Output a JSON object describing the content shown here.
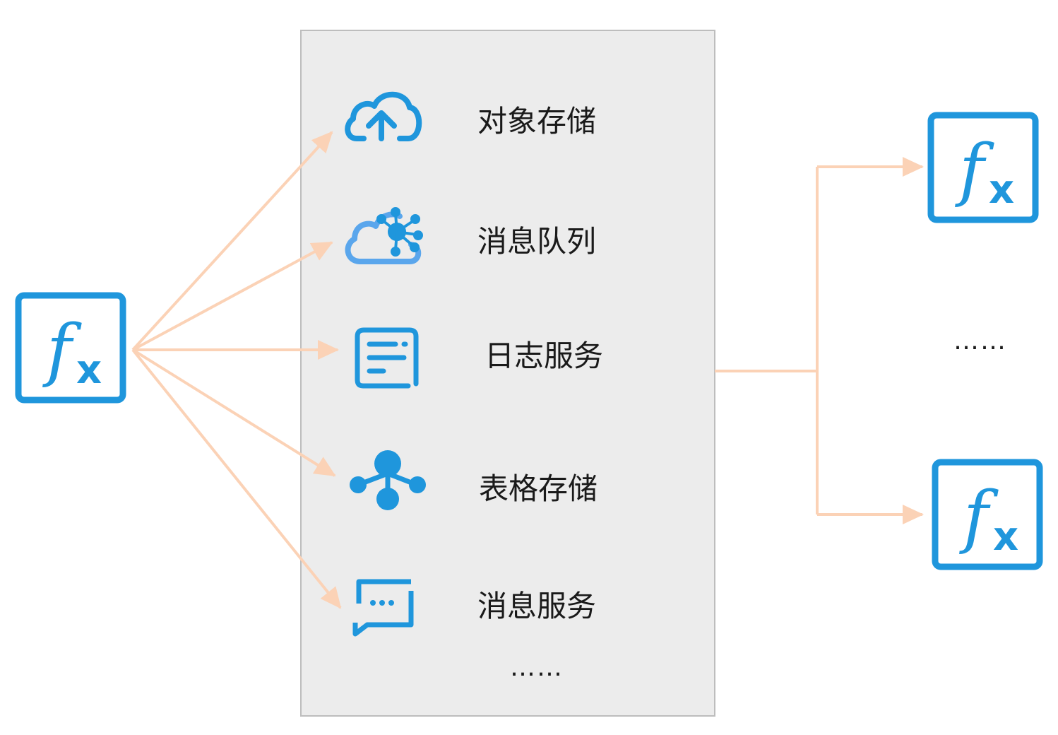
{
  "function_icon": {
    "glyph_main": "f",
    "glyph_sub": "x",
    "icon": "function-icon"
  },
  "services": [
    {
      "label": "对象存储",
      "icon": "cloud-upload-icon"
    },
    {
      "label": "消息队列",
      "icon": "cloud-hub-icon"
    },
    {
      "label": "日志服务",
      "icon": "log-document-icon"
    },
    {
      "label": "表格存储",
      "icon": "tree-nodes-icon"
    },
    {
      "label": "消息服务",
      "icon": "chat-message-icon"
    }
  ],
  "services_more": "……",
  "right_more": "……",
  "colors": {
    "icon_blue": "#1f96dc",
    "cloud_light_blue": "#5aa6ec",
    "arrow_peach": "#fbd2b6",
    "panel_fill": "#ececec",
    "panel_border": "#bdbdbd"
  }
}
